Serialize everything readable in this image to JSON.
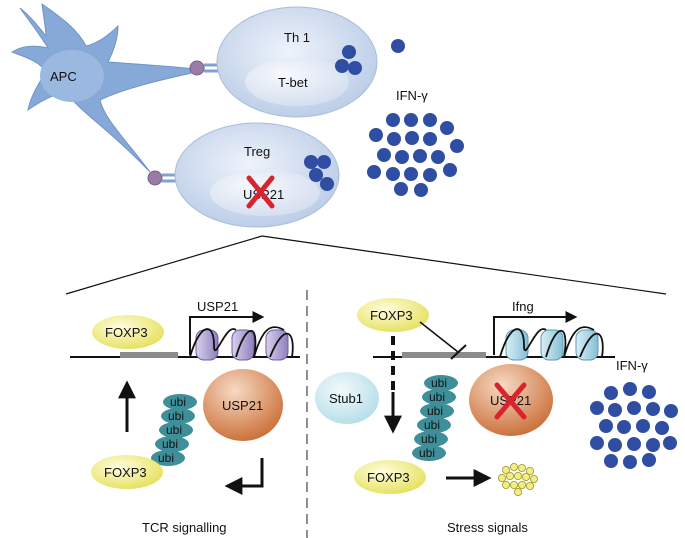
{
  "labels": {
    "apc": "APC",
    "th1": "Th 1",
    "tbet": "T-bet",
    "ifng_top": "IFN-γ",
    "treg": "Treg",
    "usp21_treg": "USP21",
    "foxp3_left": "FOXP3",
    "usp21_gene": "USP21",
    "usp21_protein": "USP21",
    "foxp3_bottom_left": "FOXP3",
    "ubi": "ubi",
    "foxp3_right": "FOXP3",
    "ifng_gene": "Ifng",
    "stub1": "Stub1",
    "usp21_right": "USP21",
    "foxp3_bottom_right": "FOXP3",
    "ifng_right": "IFN-γ",
    "caption_left": "TCR signalling",
    "caption_right": "Stress signals"
  },
  "colors": {
    "apc": "#7ea3d4",
    "cell": "#c8d6ec",
    "nucleus": "#dfe7f5",
    "dot": "#2f4ea3",
    "foxp3": "#f1ee7a",
    "usp21": "#d07a42",
    "ubi": "#3f8f9a",
    "stub1": "#c5e6ee",
    "nucleosome_left": "#a89bcc",
    "nucleosome_right": "#9fcde0",
    "cross": "#d9232e",
    "promoter": "#8a8a8a"
  }
}
